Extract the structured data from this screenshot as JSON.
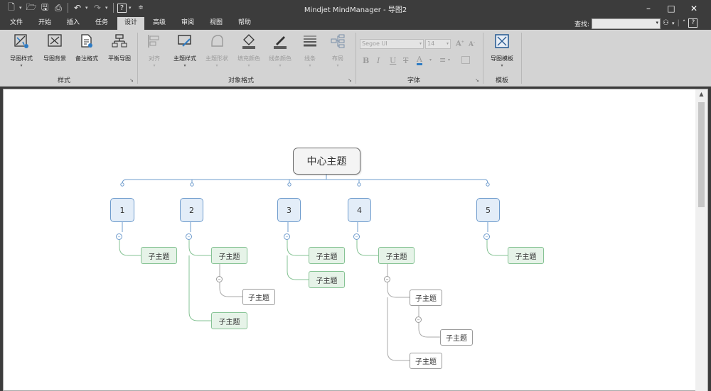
{
  "window": {
    "title": "Mindjet MindManager - 导图2",
    "controls": {
      "minimize": "–",
      "maximize": "□",
      "close": "✕"
    }
  },
  "qat": [
    "new-file-icon",
    "open-file-icon",
    "save-icon",
    "print-icon",
    "undo-icon",
    "redo-icon",
    "help-dropdown-icon",
    "customize-icon"
  ],
  "menu": {
    "tabs": [
      "文件",
      "开始",
      "插入",
      "任务",
      "设计",
      "高级",
      "审阅",
      "视图",
      "帮助"
    ],
    "active": "设计",
    "find_label": "查找:",
    "find_value": ""
  },
  "ribbon": {
    "groups": [
      {
        "label": "样式",
        "buttons": [
          "导图样式",
          "导图背景",
          "备注格式",
          "平衡导图"
        ]
      },
      {
        "label": "对象格式",
        "buttons": [
          "对齐",
          "主题样式",
          "主题形状",
          "填充颜色",
          "线条颜色",
          "线条",
          "布局"
        ]
      },
      {
        "label": "字体",
        "font_name": "Segoe UI",
        "font_size": "14",
        "format": [
          "B",
          "I",
          "U",
          "T",
          "A",
          "≡"
        ]
      },
      {
        "label": "模板",
        "buttons": [
          "导图模板"
        ]
      }
    ]
  },
  "map": {
    "central": "中心主题",
    "main_topics": [
      "1",
      "2",
      "3",
      "4",
      "5"
    ],
    "sub_label": "子主题"
  },
  "colors": {
    "main_border": "#6f9ccd",
    "sub_border": "#86c394",
    "sub2_border": "#9a9a9a"
  }
}
